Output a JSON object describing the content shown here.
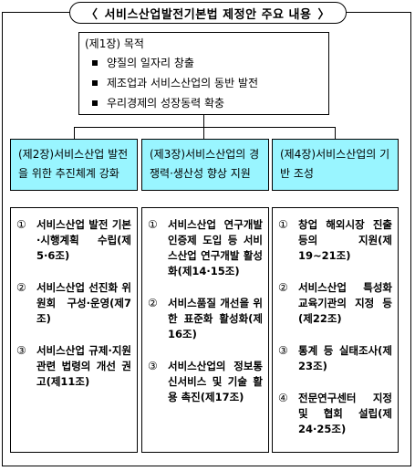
{
  "title": {
    "left": "〈",
    "text": "서비스산업발전기본법 제정안 주요 내용",
    "right": "〉"
  },
  "chapter1": {
    "heading": "(제1장) 목적",
    "bullets": [
      "양질의 일자리 창출",
      "제조업과 서비스산업의 동반 발전",
      "우리경제의 성장동력 확충"
    ]
  },
  "chapters": [
    {
      "heading": "(제2장)서비스산업 발전을 위한 추진체계 강화",
      "items": [
        {
          "num": "①",
          "text": "서비스산업 발전 기본·시행계획 수립(제5·6조)"
        },
        {
          "num": "②",
          "text": "서비스산업 선진화 위원회 구성·운영(제7조)"
        },
        {
          "num": "③",
          "text": "서비스산업 규제·지원 관련 법령의 개선 권고(제11조)"
        }
      ]
    },
    {
      "heading": "(제3장)서비스산업의 경쟁력·생산성 향상 지원",
      "items": [
        {
          "num": "①",
          "text": "서비스산업 연구개발 인증제 도입 등 서비스산업 연구개발 활성화(제14·15조)"
        },
        {
          "num": "②",
          "text": "서비스품질 개선을 위한 표준화 활성화(제16조)"
        },
        {
          "num": "③",
          "text": "서비스산업의 정보통신서비스 및 기술 활용 촉진(제17조)"
        }
      ]
    },
    {
      "heading": "(제4장)서비스산업의 기반 조성",
      "items": [
        {
          "num": "①",
          "text": "창업 해외시장 진출 등의 지원(제19∼21조)"
        },
        {
          "num": "②",
          "text": "서비스산업 특성화 교육기관의 지정 등(제22조)"
        },
        {
          "num": "③",
          "text": "통계 등 실태조사(제23조)"
        },
        {
          "num": "④",
          "text": "전문연구센터 지정 및 협회 설립(제24·25조)"
        }
      ]
    }
  ]
}
